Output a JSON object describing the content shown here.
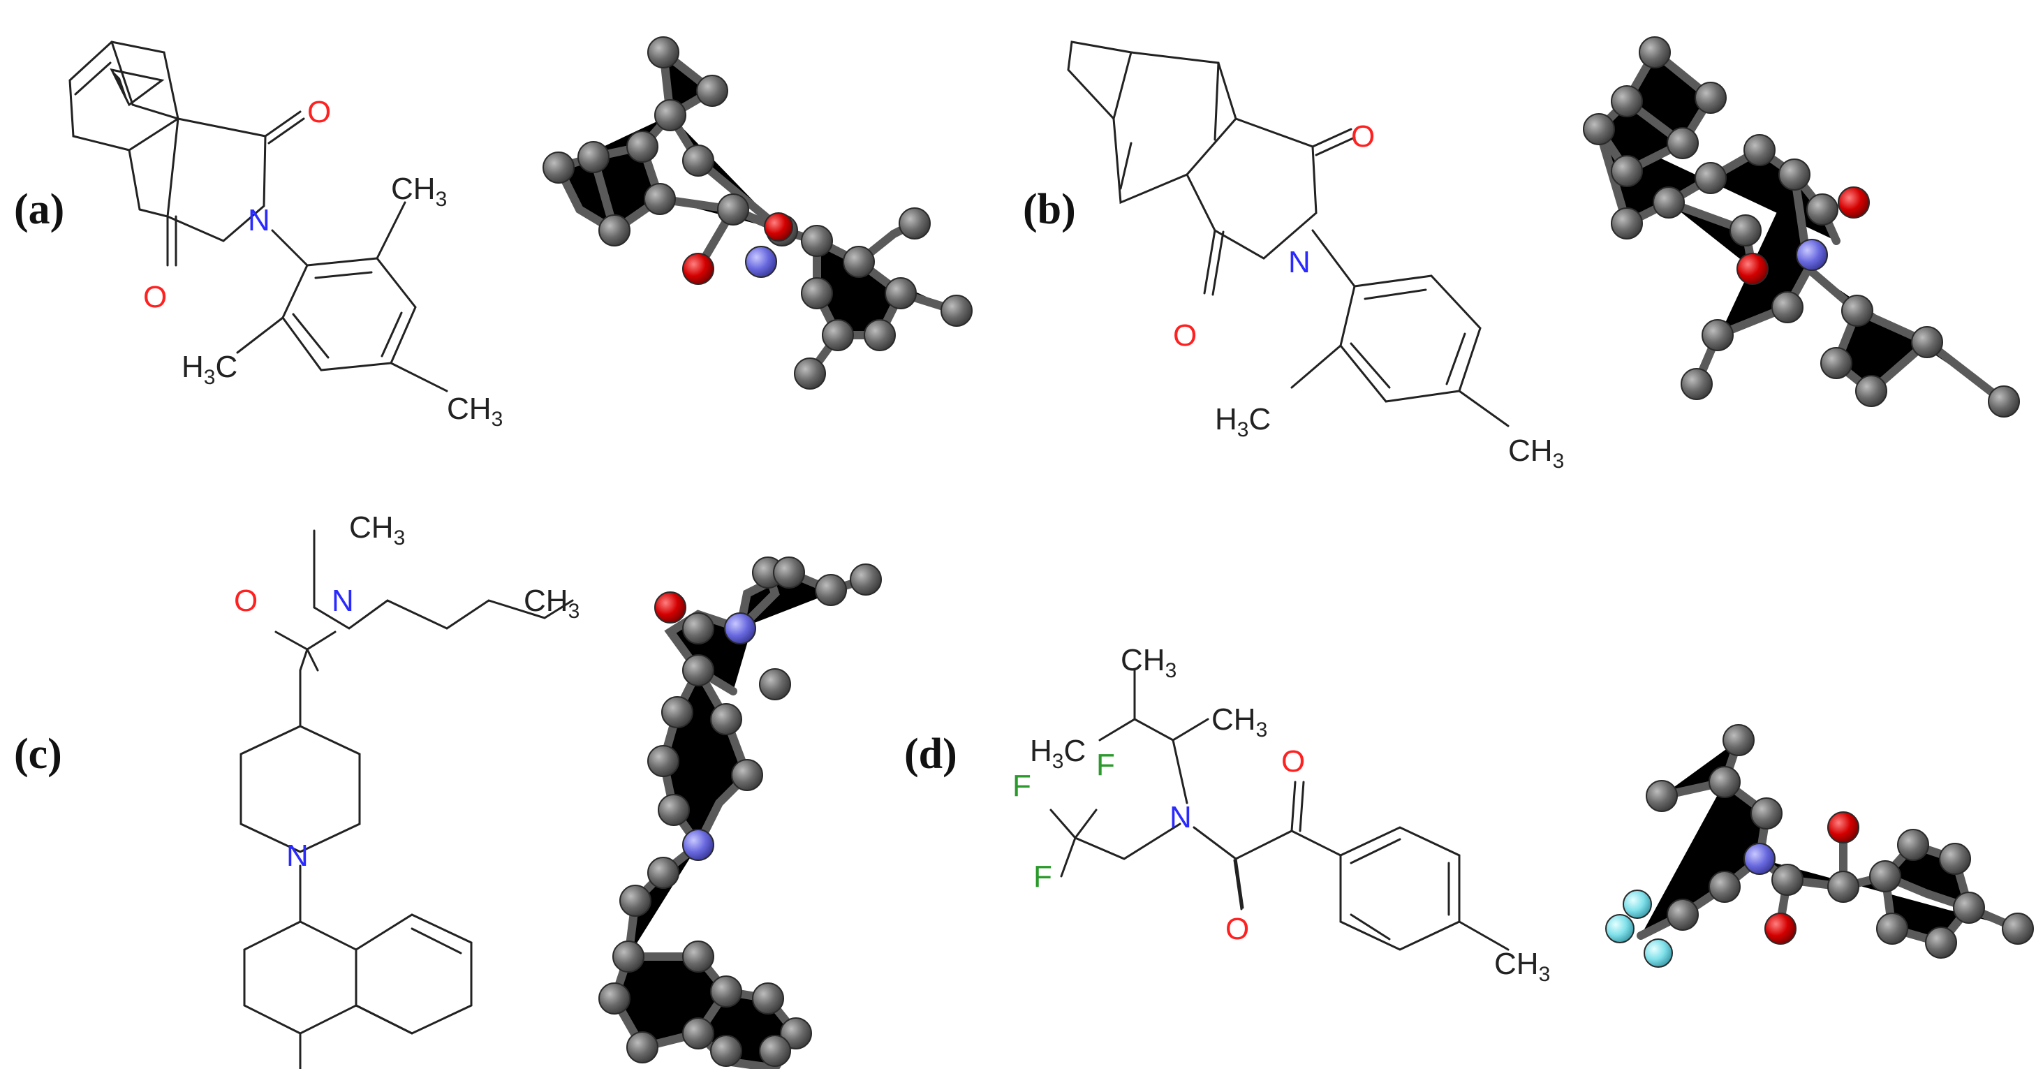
{
  "panels": [
    {
      "id": "a",
      "label": "(a)",
      "atoms": [
        "O",
        "O",
        "N",
        "CH3",
        "H3C",
        "CH3"
      ]
    },
    {
      "id": "b",
      "label": "(b)",
      "atoms": [
        "O",
        "O",
        "N",
        "H3C",
        "CH3"
      ]
    },
    {
      "id": "c",
      "label": "(c)",
      "atoms": [
        "CH3",
        "O",
        "N",
        "CH3",
        "N"
      ]
    },
    {
      "id": "d",
      "label": "(d)",
      "atoms": [
        "CH3",
        "H3C",
        "CH3",
        "O",
        "F",
        "F",
        "F",
        "N",
        "O",
        "CH3"
      ]
    }
  ],
  "colors": {
    "carbon": "#6a6a6a",
    "oxygen": "#d40000",
    "nitrogen": "#6a6ae0",
    "fluorine": "#7fe0ea",
    "bond": "#222222",
    "label_oxygen": "#ff2020",
    "label_nitrogen": "#2a2aff",
    "label_fluorine": "#2a9a2a"
  }
}
